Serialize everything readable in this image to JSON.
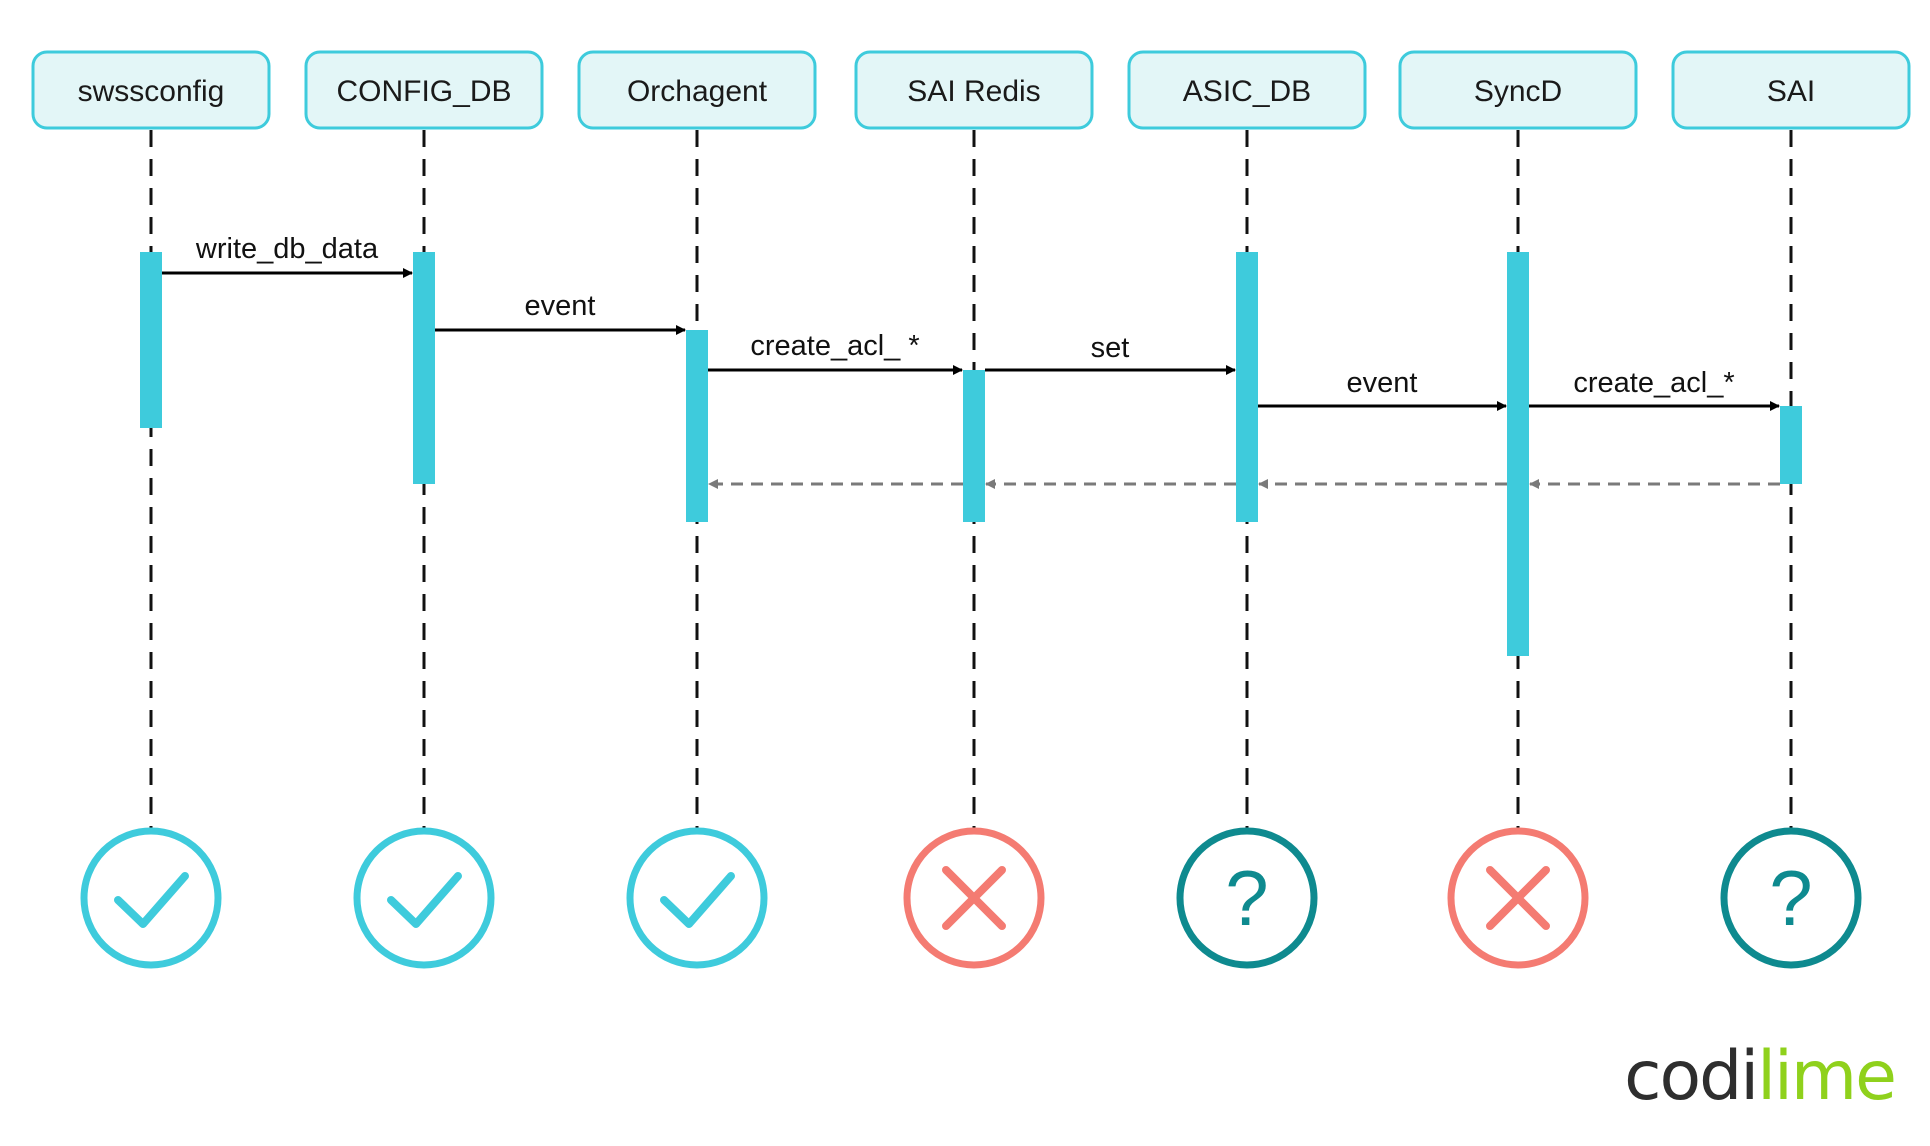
{
  "colors": {
    "accent": "#3ecbdc",
    "participant_fill": "#e3f6f7",
    "check": "#3ecbdc",
    "cross": "#f47b72",
    "question": "#0e8a8f",
    "return_arrow": "#7a7a7a",
    "logo_dark": "#2e2e2e",
    "logo_lime": "#8fd11c"
  },
  "participants": [
    {
      "label": "swssconfig",
      "status": "check"
    },
    {
      "label": "CONFIG_DB",
      "status": "check"
    },
    {
      "label": "Orchagent",
      "status": "check"
    },
    {
      "label": "SAI Redis",
      "status": "cross"
    },
    {
      "label": "ASIC_DB",
      "status": "question"
    },
    {
      "label": "SyncD",
      "status": "cross"
    },
    {
      "label": "SAI",
      "status": "question"
    }
  ],
  "messages": [
    {
      "from": 0,
      "to": 1,
      "label": "write_db_data"
    },
    {
      "from": 1,
      "to": 2,
      "label": "event"
    },
    {
      "from": 2,
      "to": 3,
      "label": "create_acl_ *"
    },
    {
      "from": 3,
      "to": 4,
      "label": "set"
    },
    {
      "from": 4,
      "to": 5,
      "label": "event"
    },
    {
      "from": 5,
      "to": 6,
      "label": "create_acl_*"
    }
  ],
  "returns": [
    {
      "from": 6,
      "to": 5
    },
    {
      "from": 5,
      "to": 4
    },
    {
      "from": 4,
      "to": 3
    },
    {
      "from": 3,
      "to": 2
    }
  ],
  "status_icons": {
    "check": "check-icon",
    "cross": "cross-icon",
    "question": "question-icon"
  },
  "question_glyph": "?",
  "logo": {
    "part1": "codi",
    "part2": "lime"
  }
}
